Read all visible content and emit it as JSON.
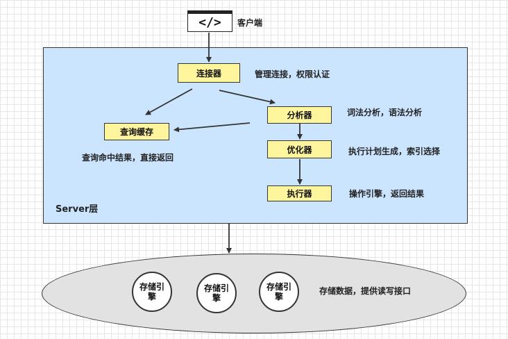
{
  "client": {
    "icon_text": "</>",
    "label": "客户端"
  },
  "server": {
    "title": "Server层",
    "nodes": {
      "connector": "连接器",
      "analyzer": "分析器",
      "optimizer": "优化器",
      "executor": "执行器",
      "cache": "查询缓存"
    },
    "notes": {
      "connector": "管理连接，权限认证",
      "analyzer": "词法分析，语法分析",
      "optimizer": "执行计划生成，索引选择",
      "executor": "操作引擎，返回结果",
      "cache": "查询命中结果，直接返回"
    }
  },
  "storage": {
    "engines": [
      "存储引擎",
      "存储引擎",
      "存储引擎"
    ],
    "description": "存储数据，提供读写接口"
  },
  "colors": {
    "server_fill": "#cce5ff",
    "node_fill": "#fff59d",
    "storage_fill": "#e2e2e2"
  }
}
